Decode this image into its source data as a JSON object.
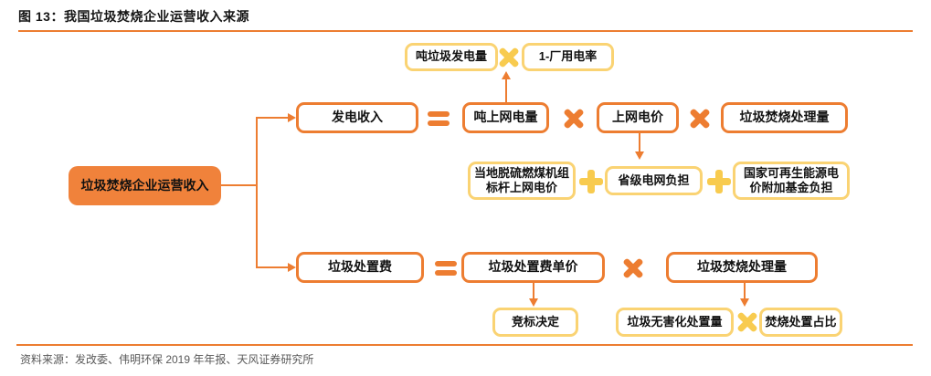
{
  "figure": {
    "title": "图 13：我国垃圾焚烧企业运营收入来源",
    "source": "资料来源：发改委、伟明环保 2019 年年报、天风证券研究所"
  },
  "colors": {
    "accent_orange": "#ED7D31",
    "root_fill": "#F0823B",
    "accent_yellow_border": "#FAD373",
    "accent_yellow_symbol": "#F8CB4F",
    "source_text": "#595959"
  },
  "icons": {
    "multiply": "×",
    "equals": "=",
    "plus": "+",
    "arrow": "→"
  },
  "nodes": {
    "root": "垃圾焚烧企业运营收入",
    "power_income": "发电收入",
    "ton_grid_electricity": "吨上网电量",
    "grid_price": "上网电价",
    "incineration_volume_top": "垃圾焚烧处理量",
    "ton_waste_power": "吨垃圾发电量",
    "plant_use_rate": "1-厂用电率",
    "benchmark_price": "当地脱硫燃煤机组标杆上网电价",
    "provincial_grid_burden": "省级电网负担",
    "renewable_fund_burden": "国家可再生能源电价附加基金负担",
    "disposal_fee": "垃圾处置费",
    "disposal_unit_price": "垃圾处置费单价",
    "incineration_volume_bottom": "垃圾焚烧处理量",
    "bidding_decision": "竞标决定",
    "harmless_disposal_volume": "垃圾无害化处置量",
    "incineration_share": "焚烧处置占比"
  }
}
